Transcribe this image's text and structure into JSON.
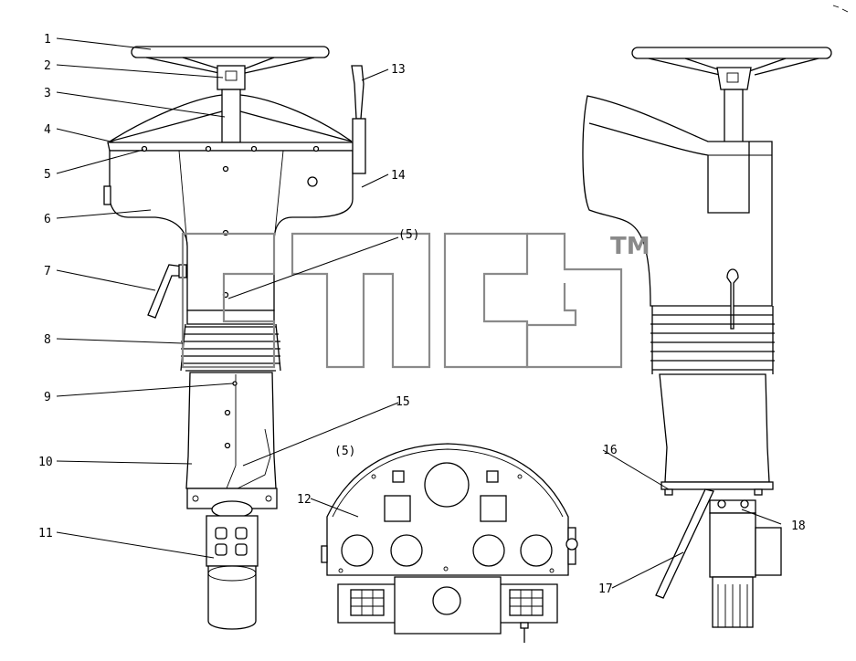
{
  "callouts": [
    {
      "id": "c1",
      "label": "1"
    },
    {
      "id": "c2",
      "label": "2"
    },
    {
      "id": "c3",
      "label": "3"
    },
    {
      "id": "c4",
      "label": "4"
    },
    {
      "id": "c5",
      "label": "5"
    },
    {
      "id": "c6",
      "label": "6"
    },
    {
      "id": "c7",
      "label": "7"
    },
    {
      "id": "c8",
      "label": "8"
    },
    {
      "id": "c9",
      "label": "9"
    },
    {
      "id": "c10",
      "label": "10"
    },
    {
      "id": "c11",
      "label": "11"
    },
    {
      "id": "c12",
      "label": "12"
    },
    {
      "id": "c13",
      "label": "13"
    },
    {
      "id": "c14",
      "label": "14"
    },
    {
      "id": "c15",
      "label": "15"
    },
    {
      "id": "c16",
      "label": "16"
    },
    {
      "id": "c17",
      "label": "17"
    },
    {
      "id": "c18",
      "label": "18"
    },
    {
      "id": "c5a",
      "label": "(5)"
    },
    {
      "id": "c5b",
      "label": "(5)"
    }
  ],
  "watermark": {
    "trademark": "TM"
  }
}
